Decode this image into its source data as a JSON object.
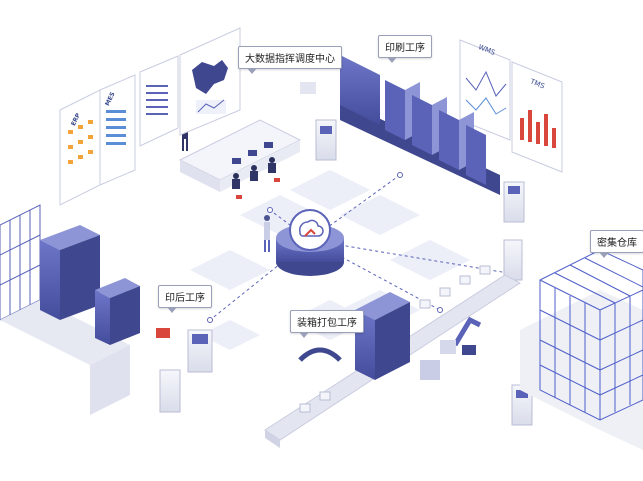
{
  "labels": {
    "dispatch_center": "大数据指挥调度中心",
    "printing": "印刷工序",
    "post_print": "印后工序",
    "packing": "装箱打包工序",
    "warehouse": "密集仓库"
  },
  "screens": {
    "erp": "ERP",
    "mes": "MES",
    "wms": "WMS",
    "tms": "TMS"
  },
  "colors": {
    "machine": "#5a63b8",
    "machine_dark": "#3f478f",
    "floor": "#e8eaf5",
    "light": "#eef0f6",
    "accent_red": "#d9463b",
    "shelf": "#4f5fc9"
  }
}
